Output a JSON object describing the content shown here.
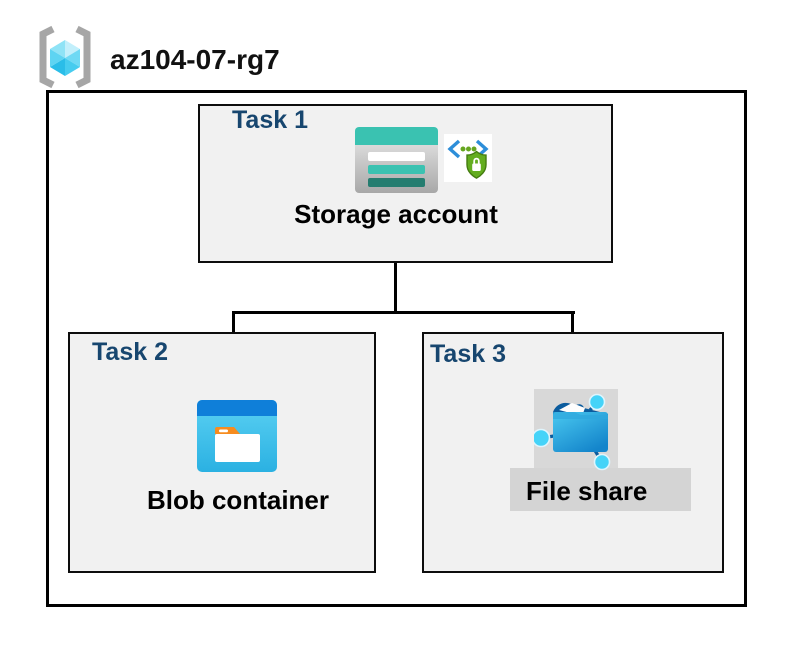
{
  "header": {
    "title": "az104-07-rg7",
    "icon": "resource-group-icon"
  },
  "tasks": [
    {
      "label": "Task 1",
      "resource": "Storage account",
      "icons": [
        "storage-account-icon",
        "secure-access-icon"
      ]
    },
    {
      "label": "Task 2",
      "resource": "Blob container",
      "icons": [
        "blob-container-icon"
      ]
    },
    {
      "label": "Task 3",
      "resource": "File share",
      "icons": [
        "file-share-icon"
      ]
    }
  ],
  "connections": [
    {
      "from": "Storage account",
      "to": "Blob container"
    },
    {
      "from": "Storage account",
      "to": "File share"
    }
  ],
  "colors": {
    "task_label_navy": "#17466f",
    "box_fill_gray": "#f1f1f1",
    "border_black": "#000000",
    "storage_teal": "#3ac2b1",
    "storage_teal_dark": "#257d70",
    "blob_bar_blue": "#0f7fd9",
    "blob_body_cyan": "#43c5ef",
    "folder_tab_orange": "#f68c1f",
    "file_folder_blue": "#1485cb",
    "file_flap_navy": "#0b5c9e",
    "node_cyan": "#45d3f8",
    "shield_green": "#63ad1f",
    "bracket_blue": "#2d8ed9",
    "rg_bracket_gray": "#a6a6a6",
    "file_bg_gray": "#d8d8d8"
  }
}
